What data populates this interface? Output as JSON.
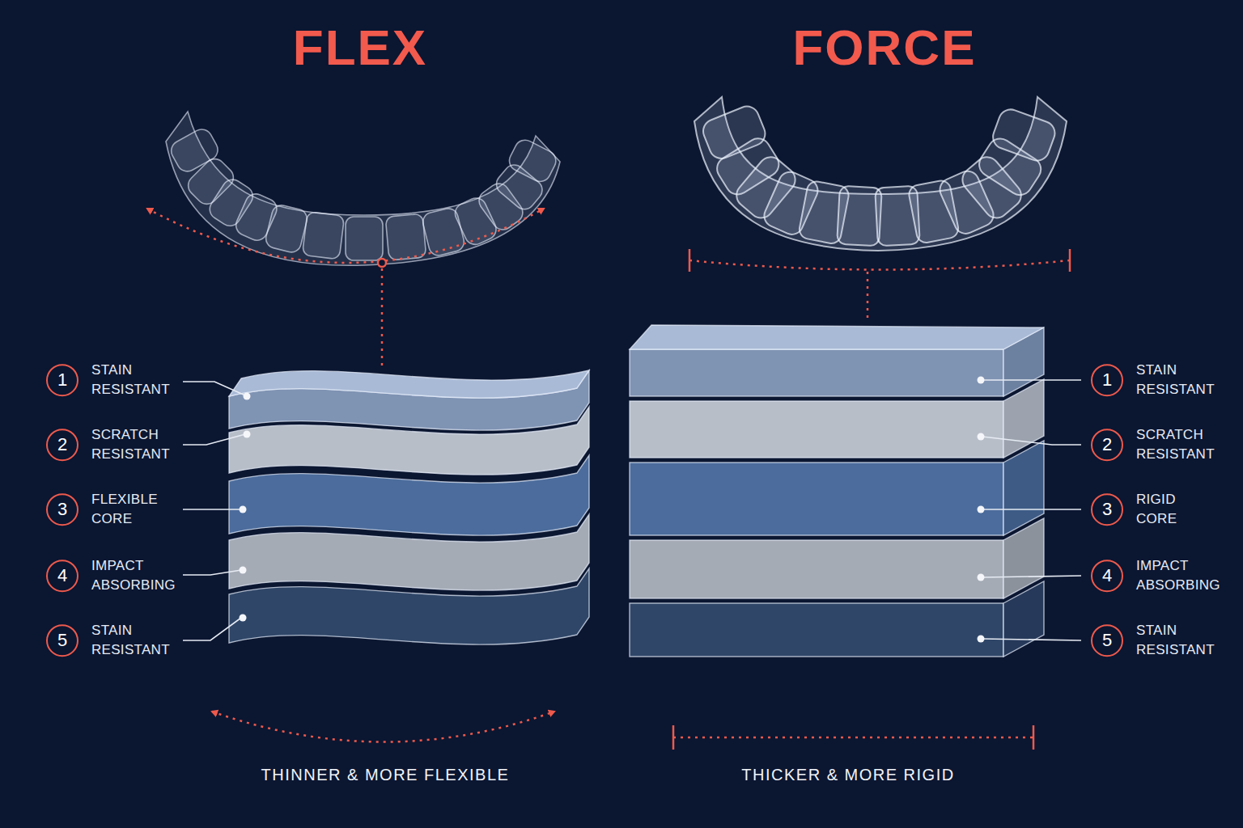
{
  "diagram": {
    "nodes": [
      {
        "text": [
          "1",
          "STAIN RESISTANT"
        ]
      },
      {
        "text": [
          "2",
          "SCRATCH RESISTANT"
        ]
      },
      {
        "text": [
          "3",
          "FLEXIBLE CORE"
        ]
      },
      {
        "text": [
          "4",
          "IMPACT ABSORBING"
        ]
      },
      {
        "text": [
          "5",
          "STAIN RESISTANT"
        ]
      },
      {
        "text": [
          "1",
          "STAIN RESISTANT"
        ]
      },
      {
        "text": [
          "2",
          "SCRATCH RESISTANT"
        ]
      },
      {
        "text": [
          "3",
          "RIGID CORE"
        ]
      },
      {
        "text": [
          "4",
          "IMPACT ABSORBING"
        ]
      },
      {
        "text": [
          "5",
          "STAIN RESISTANT"
        ]
      }
    ],
    "labels": [
      "FLEX",
      "FORCE",
      "THINNER & MORE FLEXIBLE",
      "THICKER & MORE RIGID"
    ]
  }
}
